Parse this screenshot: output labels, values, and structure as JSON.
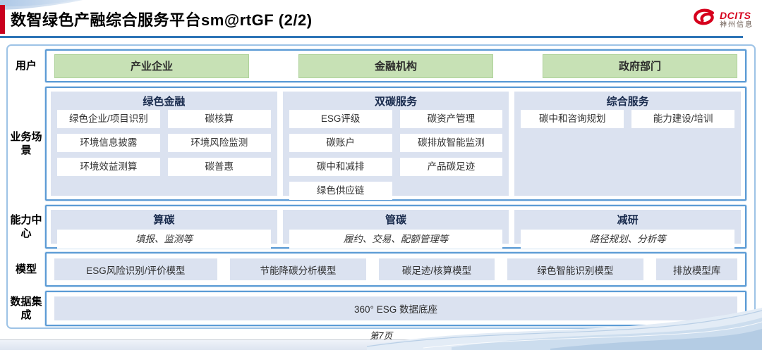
{
  "header": {
    "title": "数智绿色产融综合服务平台sm@rtGF (2/2)",
    "logo": {
      "brand": "DCITS",
      "company": "神州信息"
    }
  },
  "diagram": {
    "users": {
      "label": "用户",
      "items": [
        "产业企业",
        "金融机构",
        "政府部门"
      ]
    },
    "scenarios": {
      "label": "业务场景",
      "columns": [
        {
          "header": "绿色金融",
          "items": [
            "绿色企业/项目识别",
            "碳核算",
            "环境信息披露",
            "环境风险监测",
            "环境效益测算",
            "碳普惠"
          ]
        },
        {
          "header": "双碳服务",
          "items": [
            "ESG评级",
            "碳资产管理",
            "碳账户",
            "碳排放智能监测",
            "碳中和减排",
            "产品碳足迹",
            "绿色供应链"
          ]
        },
        {
          "header": "综合服务",
          "items": [
            "碳中和咨询规划",
            "能力建设/培训"
          ]
        }
      ]
    },
    "capabilities": {
      "label": "能力中心",
      "columns": [
        {
          "header": "算碳",
          "detail": "填报、监测等"
        },
        {
          "header": "管碳",
          "detail": "履约、交易、配额管理等"
        },
        {
          "header": "减研",
          "detail": "路径规划、分析等"
        }
      ]
    },
    "models": {
      "label": "模型",
      "items": [
        "ESG风险识别/评价模型",
        "节能降碳分析模型",
        "碳足迹/核算模型",
        "绿色智能识别模型",
        "排放模型库"
      ]
    },
    "data_integration": {
      "label": "数据集成",
      "items": [
        "360° ESG 数据底座"
      ]
    }
  },
  "footer": {
    "page_number": "第7页"
  },
  "colors": {
    "accent_blue": "#2e75b6",
    "box_border_blue": "#5b9bd5",
    "panel_blue": "#dbe2f0",
    "green_fill": "#c7e1b5",
    "brand_red": "#d6001c"
  }
}
